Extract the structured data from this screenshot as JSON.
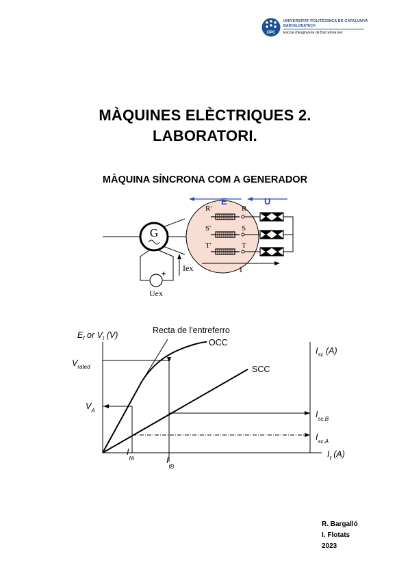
{
  "logo": {
    "mark_text": "UPC",
    "line1": "UNIVERSITAT POLITÈCNICA DE CATALUNYA",
    "line2": "BARCELONATECH",
    "line3": "Escola d'Enginyeria de Barcelona Est",
    "colors": {
      "primary": "#1d4f91"
    }
  },
  "title": {
    "line1": "MÀQUINES ELÈCTRIQUES 2.",
    "line2": "LABORATORI."
  },
  "subtitle": "MÀQUINA SÍNCRONA COM A GENERADOR",
  "circuit": {
    "generator_label": "G",
    "excitation_current": "Iex",
    "excitation_voltage": "Uex",
    "plus_sign": "+",
    "line_current": "I",
    "emf_label": "E",
    "voltage_label": "U",
    "phase_left": [
      "R'",
      "S'",
      "T'"
    ],
    "phase_right": [
      "R",
      "S",
      "T"
    ],
    "colors": {
      "circle_fill": "#f8ddd3",
      "arrow": "#2a49c6"
    }
  },
  "graph": {
    "y_label_main": "E",
    "y_label_sub_f": "f",
    "y_label_or": " or V",
    "y_label_sub_t": "t",
    "y_label_unit": " (V)",
    "air_gap_label": "Recta de l'entreferro",
    "occ_label": "OCC",
    "scc_label": "SCC",
    "v_rated_main": "V",
    "v_rated_sub": "rated",
    "v_a_main": "V",
    "v_a_sub": "A",
    "isc_main": "I",
    "isc_sub": "sc",
    "isc_unit": " (A)",
    "iscb_main": "I",
    "iscb_sub": "sc,B",
    "isca_main": "I",
    "isca_sub": "sc,A",
    "if_main": "I",
    "if_sub": "f",
    "if_unit": " (A)",
    "ifa_main": "I",
    "ifa_sub": "fA",
    "ifb_main": "I",
    "ifb_sub": "fB"
  },
  "authors": [
    "R. Bargalló",
    "I. Flotats",
    "2023"
  ]
}
